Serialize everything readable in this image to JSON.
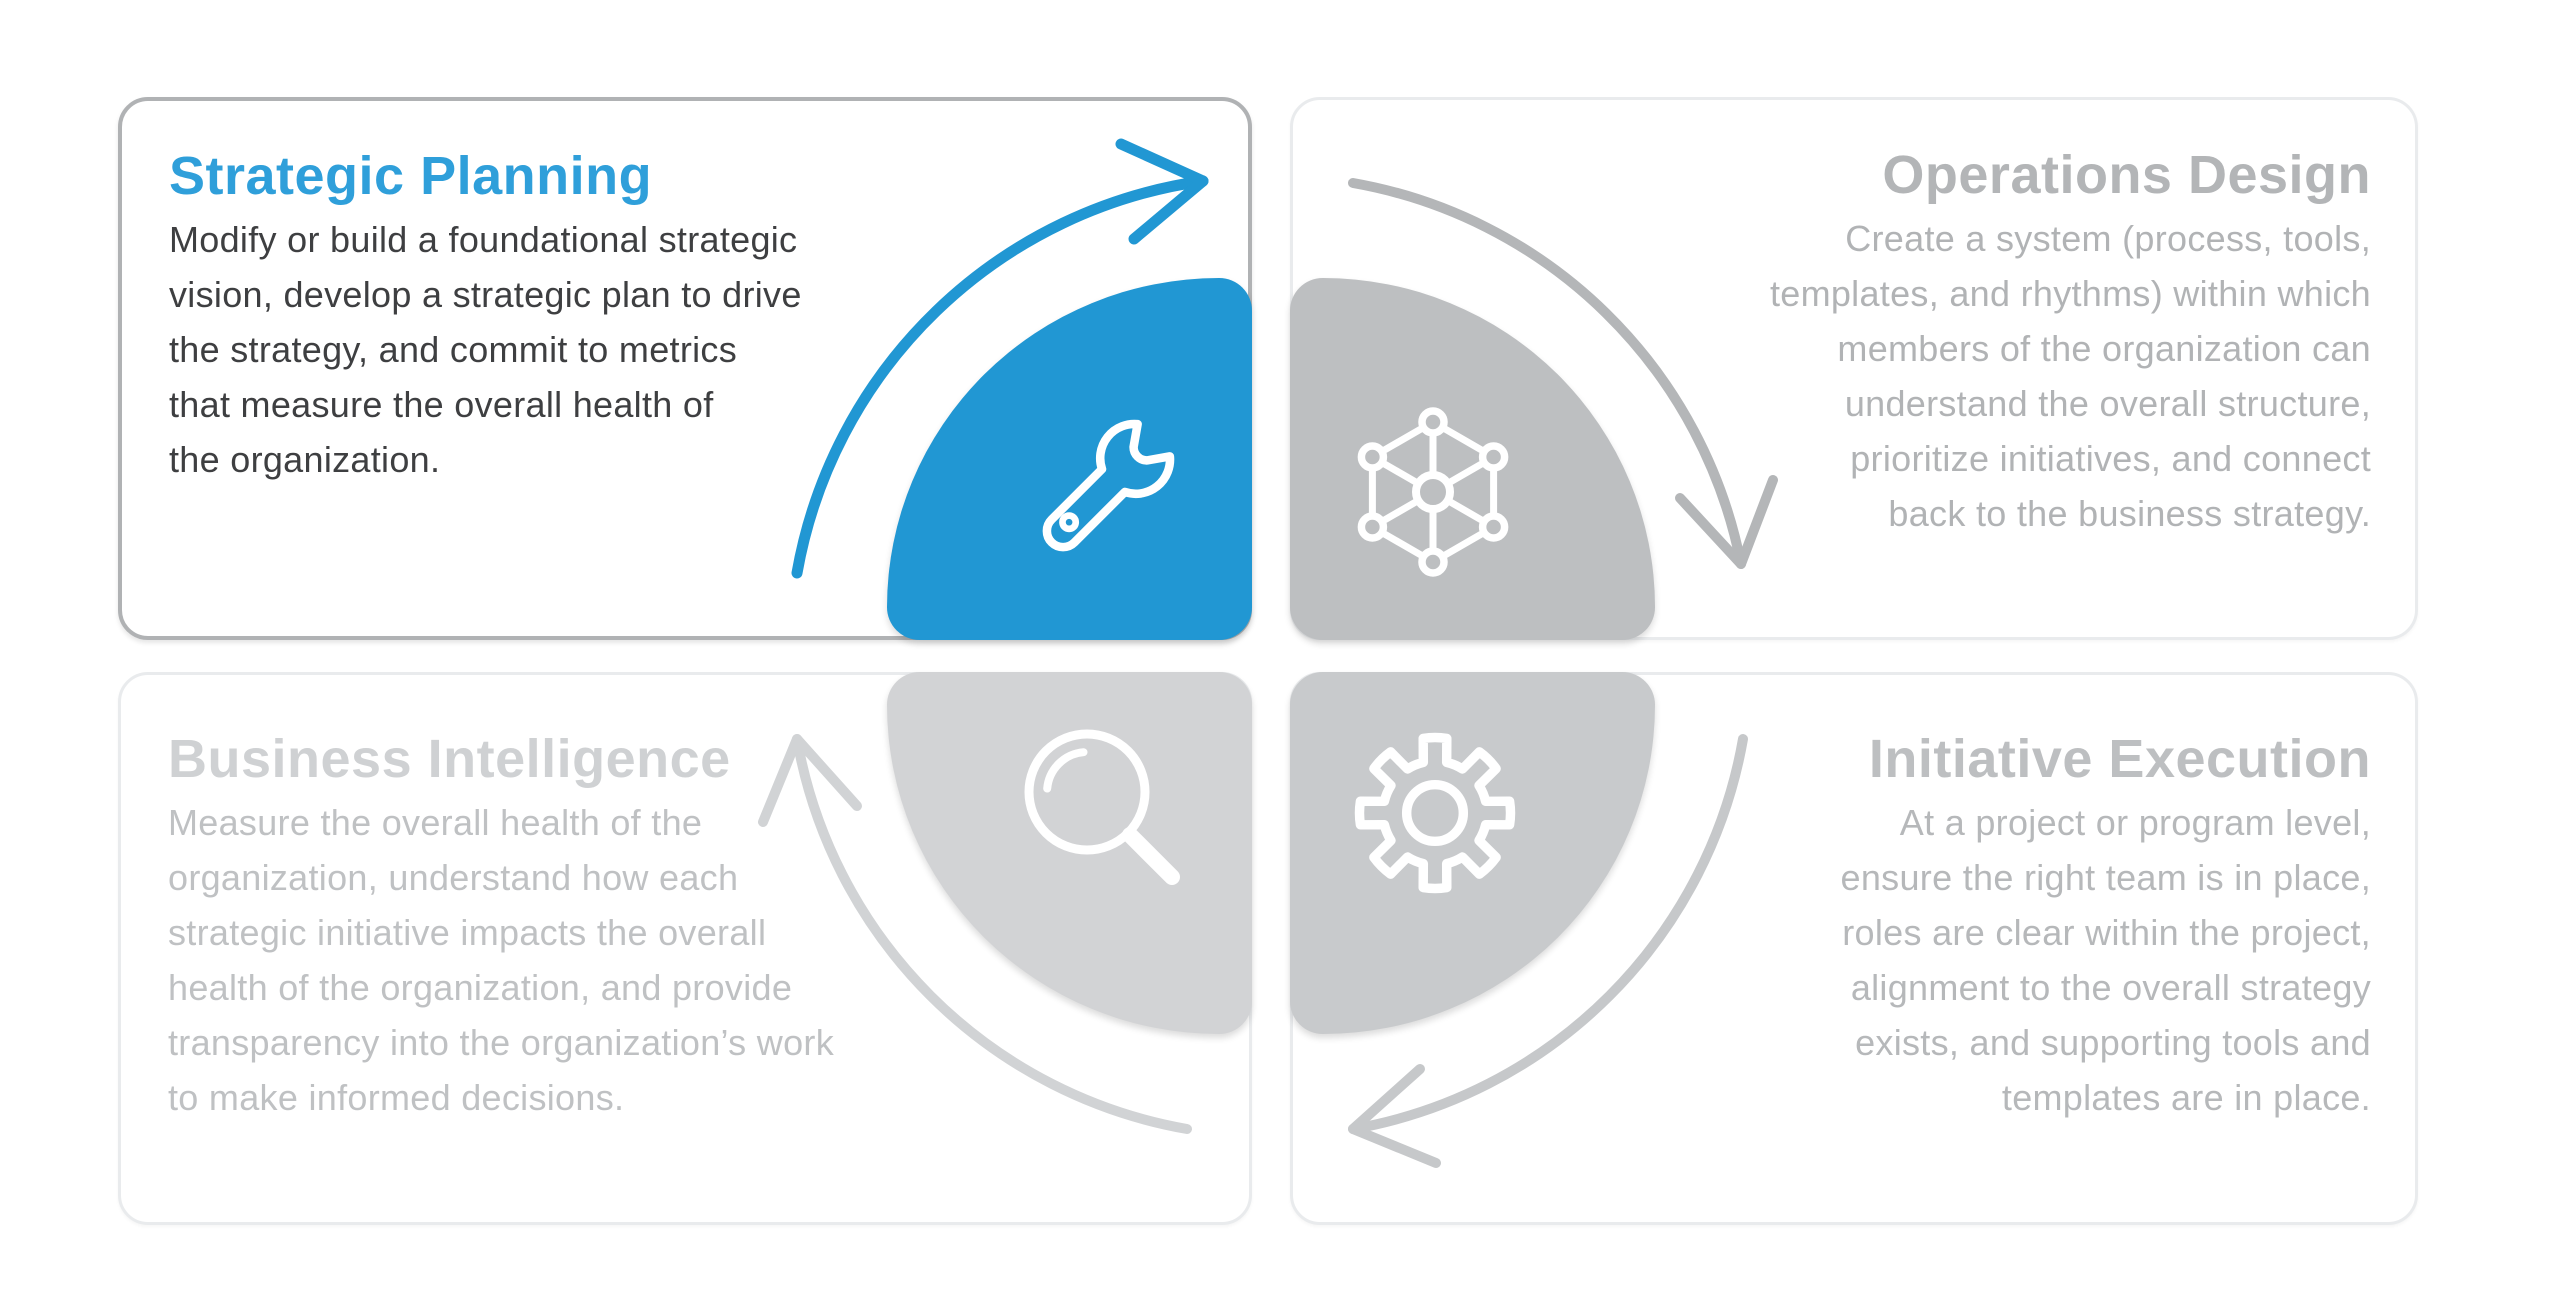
{
  "page": {
    "background": "#ffffff"
  },
  "diagram": {
    "type": "strategy-cycle-quadrant-infographic",
    "flow_direction": "clockwise",
    "quadrants": [
      {
        "id": "strategic-planning",
        "title": "Strategic Planning",
        "description": "Modify or build a foundational strategic\nvision, develop a strategic plan to drive\nthe strategy, and commit to metrics\nthat measure the overall health of\nthe organization.",
        "icon": "wrench-icon",
        "state": "active",
        "shape_color": "#2197d3",
        "title_color": "#2f9fda",
        "body_color": "#3e3f41"
      },
      {
        "id": "operations-design",
        "title": "Operations Design",
        "description": "Create a system (process, tools,\ntemplates, and rhythms) within which\nmembers of the organization can\nunderstand the overall structure,\nprioritize initiatives, and connect\nback to the business strategy.",
        "icon": "network-icon",
        "state": "inactive",
        "shape_color": "#bdbfc1",
        "title_color": "#b3b5b7",
        "body_color": "#b1b3b5"
      },
      {
        "id": "business-intelligence",
        "title": "Business Intelligence",
        "description": "Measure the overall health of the\norganization, understand how each\nstrategic initiative impacts the overall\nhealth of the organization, and provide\ntransparency into the organization’s work\nto make informed decisions.",
        "icon": "magnifier-icon",
        "state": "inactive",
        "shape_color": "#d2d3d5",
        "title_color": "#cfd1d3",
        "body_color": "#bfc1c3"
      },
      {
        "id": "initiative-execution",
        "title": "Initiative Execution",
        "description": "At a project or program level,\nensure the right team is in place,\nroles are clear within the project,\nalignment to the overall strategy\nexists, and supporting tools and\ntemplates are in place.",
        "icon": "gear-icon",
        "state": "inactive",
        "shape_color": "#c8cacc",
        "title_color": "#bdbfc1",
        "body_color": "#b6b8ba"
      }
    ],
    "flow_arrows": [
      {
        "id": "arrow-business-intelligence-to-strategic-planning",
        "position": "top-left",
        "color": "#2197d3"
      },
      {
        "id": "arrow-strategic-planning-to-operations-design",
        "position": "top-right",
        "color": "#b4b6b8"
      },
      {
        "id": "arrow-operations-design-to-initiative-execution",
        "position": "bottom-right",
        "color": "#c6c8ca"
      },
      {
        "id": "arrow-initiative-execution-to-business-intelligence",
        "position": "bottom-left",
        "color": "#d1d3d5"
      }
    ]
  }
}
